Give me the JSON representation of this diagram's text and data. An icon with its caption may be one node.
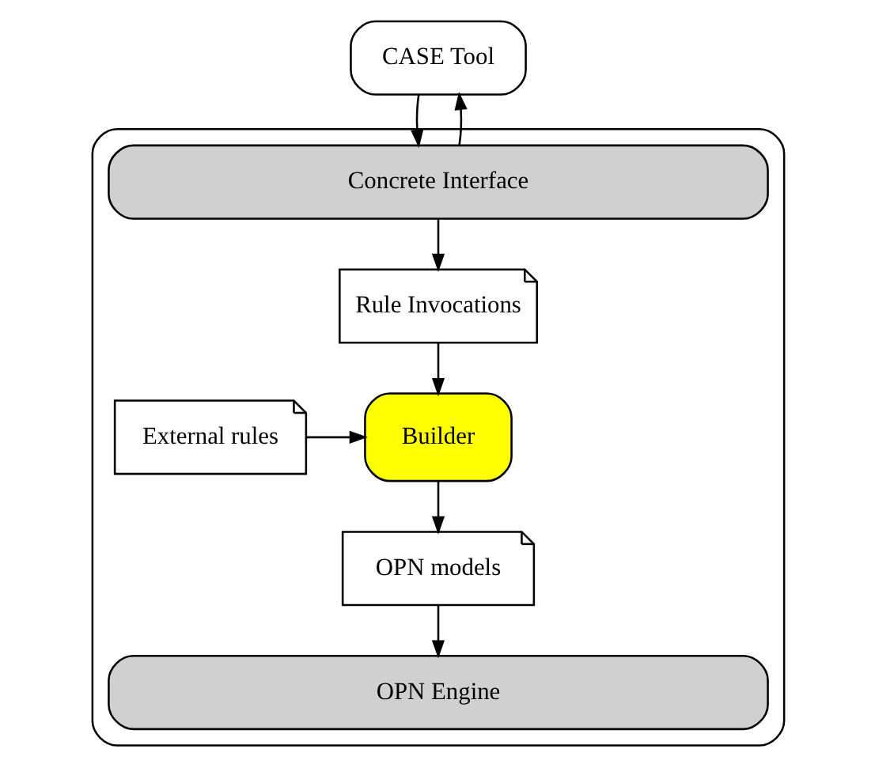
{
  "diagram": {
    "nodes": [
      {
        "text": [],
        "shape": "box"
      },
      {
        "text": [
          "CASE Tool"
        ]
      },
      {
        "text": [
          "Concrete Interface"
        ],
        "in": 0
      },
      {
        "text": [
          "Rule Invocations"
        ],
        "in": 0
      },
      {
        "text": [
          "External rules"
        ],
        "in": 0
      },
      {
        "text": [
          "Builder"
        ],
        "in": 0
      },
      {
        "text": [
          "OPN models"
        ],
        "in": 0
      },
      {
        "text": [
          "OPN Engine"
        ],
        "in": 0
      }
    ],
    "edges": [
      {
        "from": 1,
        "to": 2,
        "arrow": "to"
      },
      {
        "from": 2,
        "to": 1,
        "arrow": "to"
      },
      {
        "from": 2,
        "to": 3,
        "arrow": "to"
      },
      {
        "from": 3,
        "to": 5,
        "arrow": "to"
      },
      {
        "from": 4,
        "to": 5,
        "arrow": "to"
      },
      {
        "from": 5,
        "to": 6,
        "arrow": "to"
      },
      {
        "from": 6,
        "to": 7,
        "arrow": "to"
      }
    ]
  }
}
